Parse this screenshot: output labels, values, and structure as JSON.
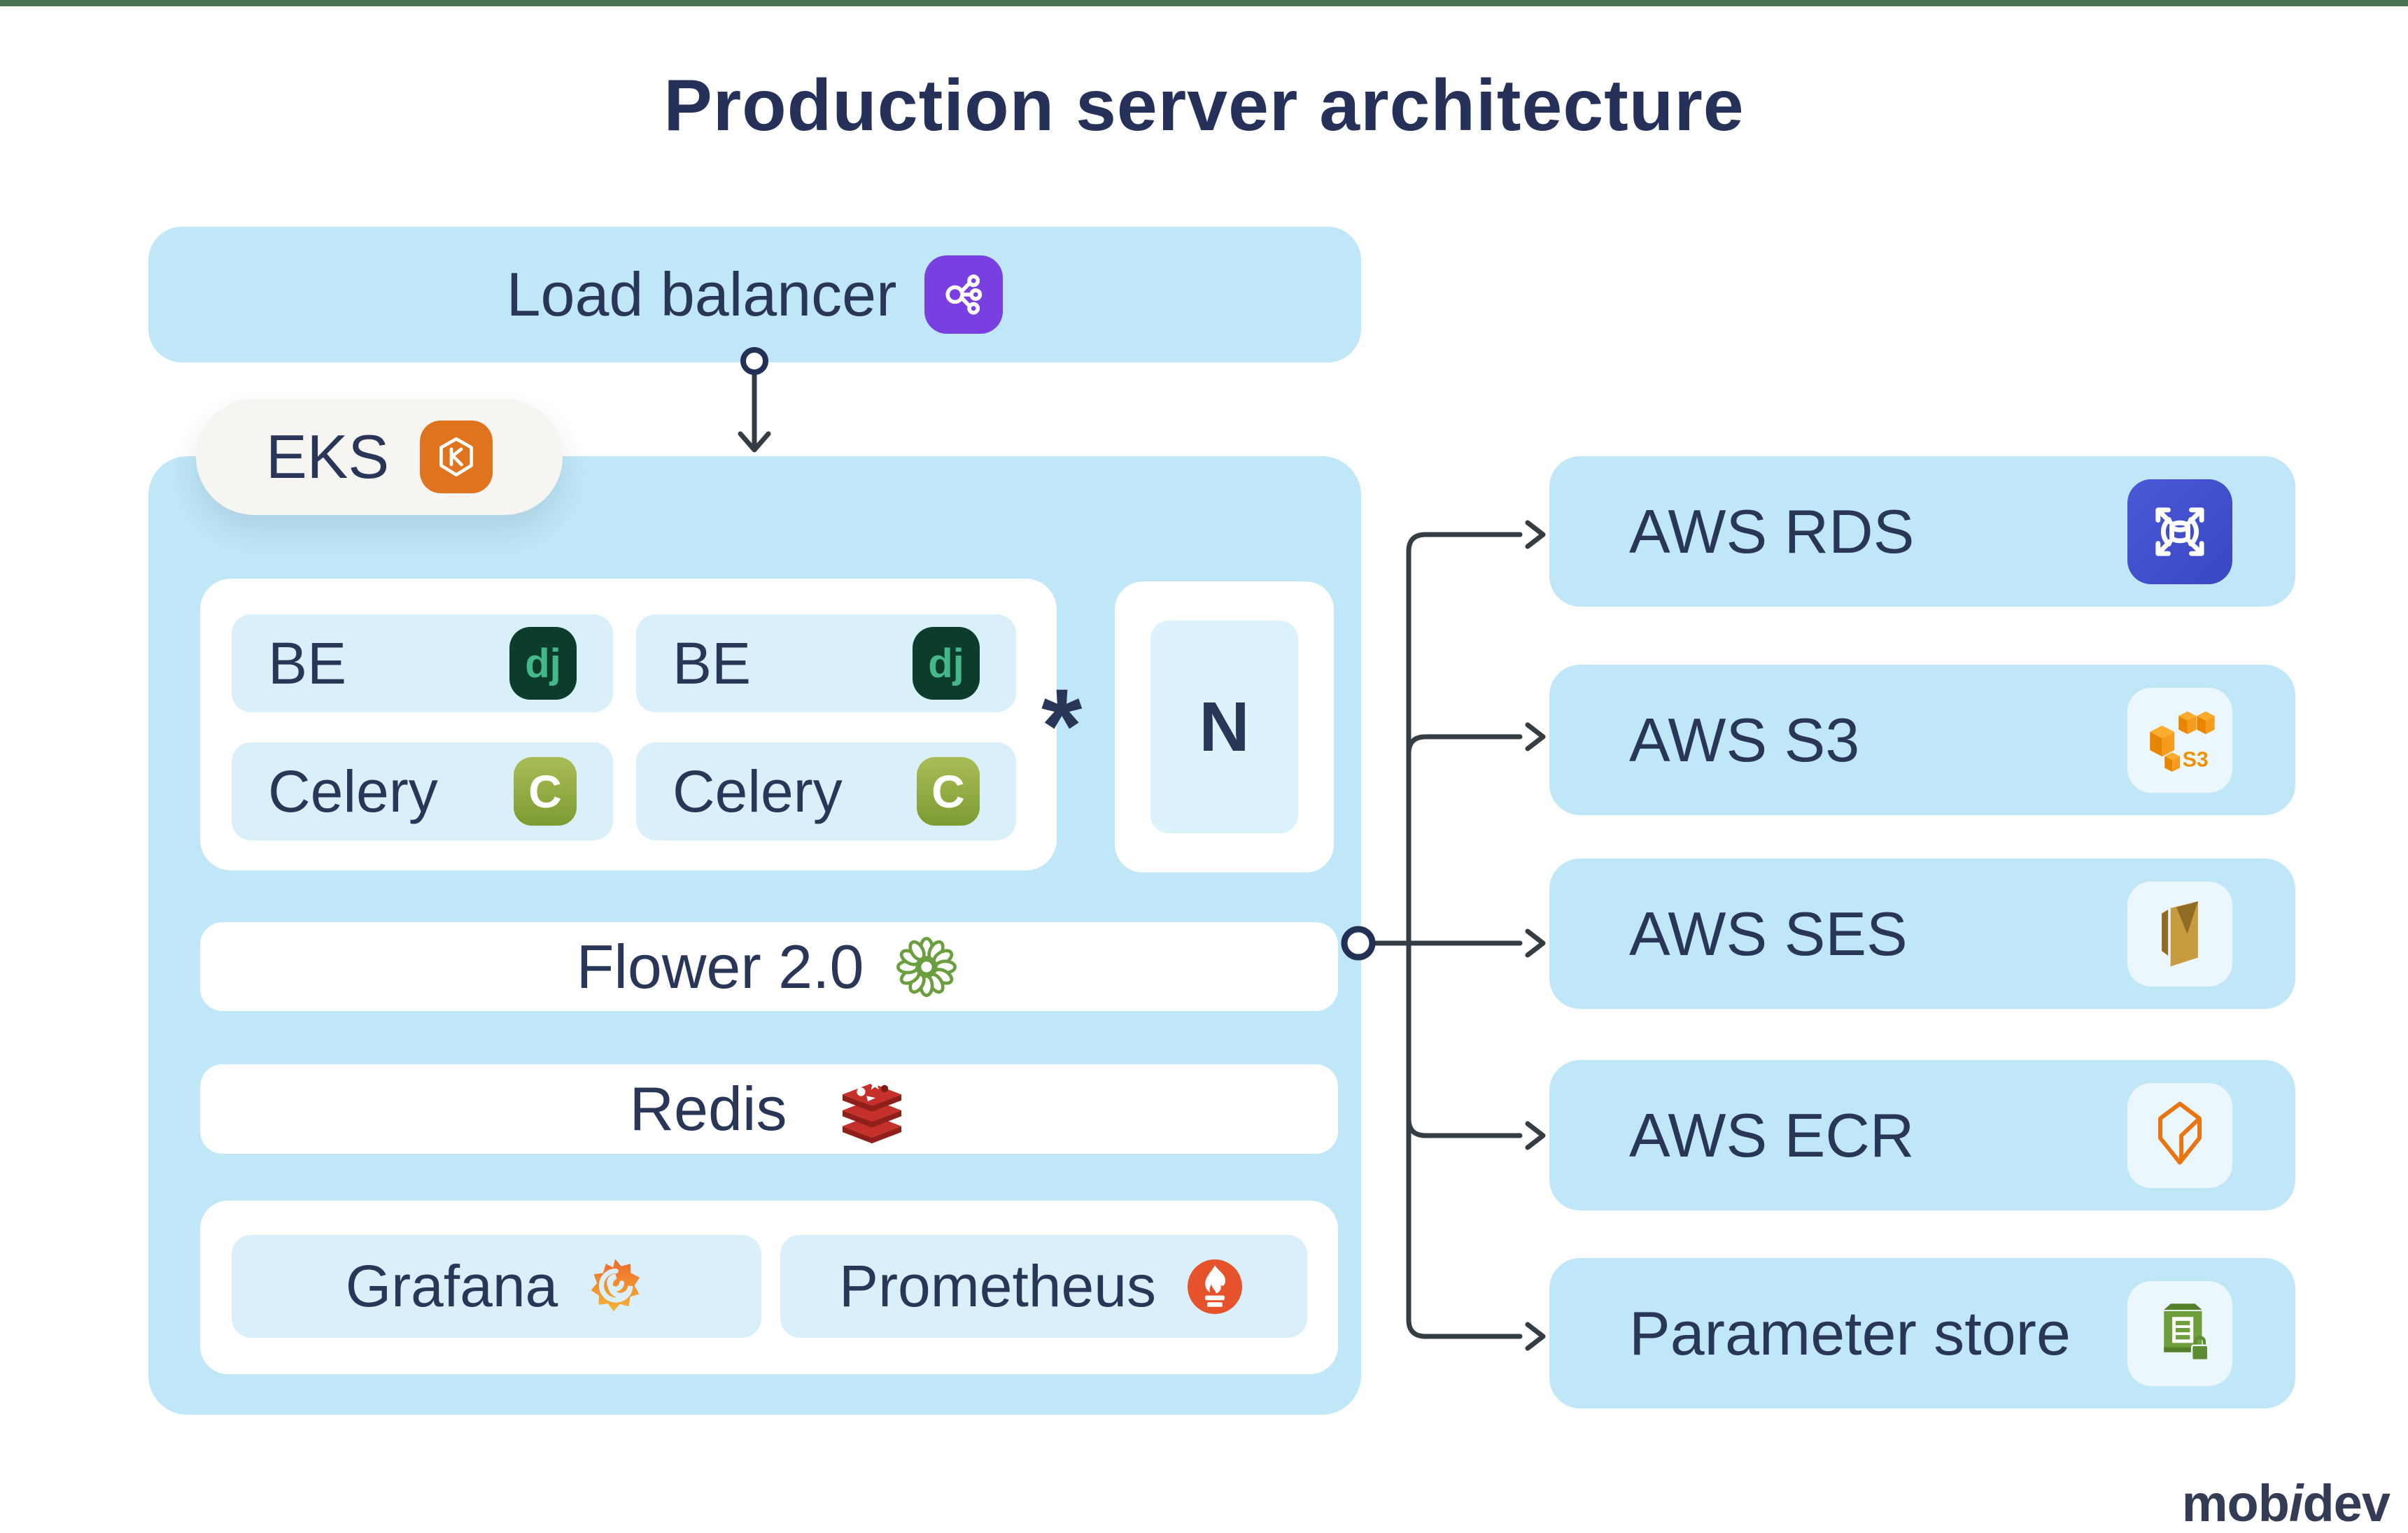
{
  "title": "Production server architecture",
  "load_balancer": {
    "label": "Load balancer"
  },
  "eks": {
    "label": "EKS"
  },
  "workers": {
    "be_label": "BE",
    "celery_label": "Celery",
    "django_badge_text": "dj",
    "celery_badge_text": "C"
  },
  "scaling": {
    "asterisk": "*",
    "n_label": "N"
  },
  "flower": {
    "label": "Flower 2.0"
  },
  "redis": {
    "label": "Redis"
  },
  "monitoring": {
    "grafana_label": "Grafana",
    "prometheus_label": "Prometheus"
  },
  "aws": {
    "services": [
      {
        "label": "AWS RDS",
        "icon": "aws-rds-icon"
      },
      {
        "label": "AWS S3",
        "icon": "aws-s3-icon",
        "icon_text": "S3"
      },
      {
        "label": "AWS SES",
        "icon": "aws-ses-icon"
      },
      {
        "label": "AWS ECR",
        "icon": "aws-ecr-icon"
      },
      {
        "label": "Parameter store",
        "icon": "parameter-store-icon"
      }
    ]
  },
  "logo": {
    "pre": "mob",
    "i": "i",
    "post": "dev"
  },
  "colors": {
    "top_bar": "#4a7252",
    "panel_blue": "#bfe7f7",
    "inner_blue": "#d9f0fa",
    "navy_text": "#293658",
    "purple": "#7a3fe0",
    "eks_orange": "#e0731d",
    "django_green": "#44b78b",
    "django_bg": "#0c3c2c",
    "celery_green": "#8aa53f",
    "flower_green": "#6a9e3e",
    "redis_red": "#c6302b",
    "grafana_orange": "#ee6a2b",
    "prometheus_orange": "#e6522c",
    "rds_indigo": "#3f4dc9",
    "s3_orange": "#f19100",
    "ses_gold": "#c79b3f",
    "ecr_orange": "#e87511",
    "param_green": "#6f9e3c",
    "connector": "#343d44"
  }
}
